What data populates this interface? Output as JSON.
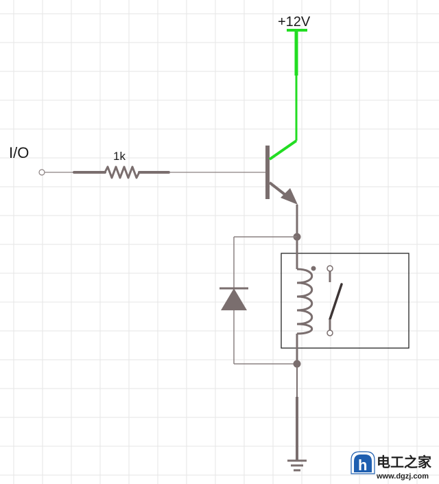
{
  "labels": {
    "io": "I/O",
    "resistor": "1k",
    "supply": "+12V"
  },
  "watermark": {
    "name": "电工之家",
    "url": "www.dgzj.com",
    "logo_letter": "h"
  },
  "colors": {
    "grid": "#e6e6e6",
    "wire": "#7a6e6e",
    "wire_light": "#8a8080",
    "powered": "#22dd22",
    "box": "#222222",
    "logo_blue": "#1f5fb0"
  }
}
